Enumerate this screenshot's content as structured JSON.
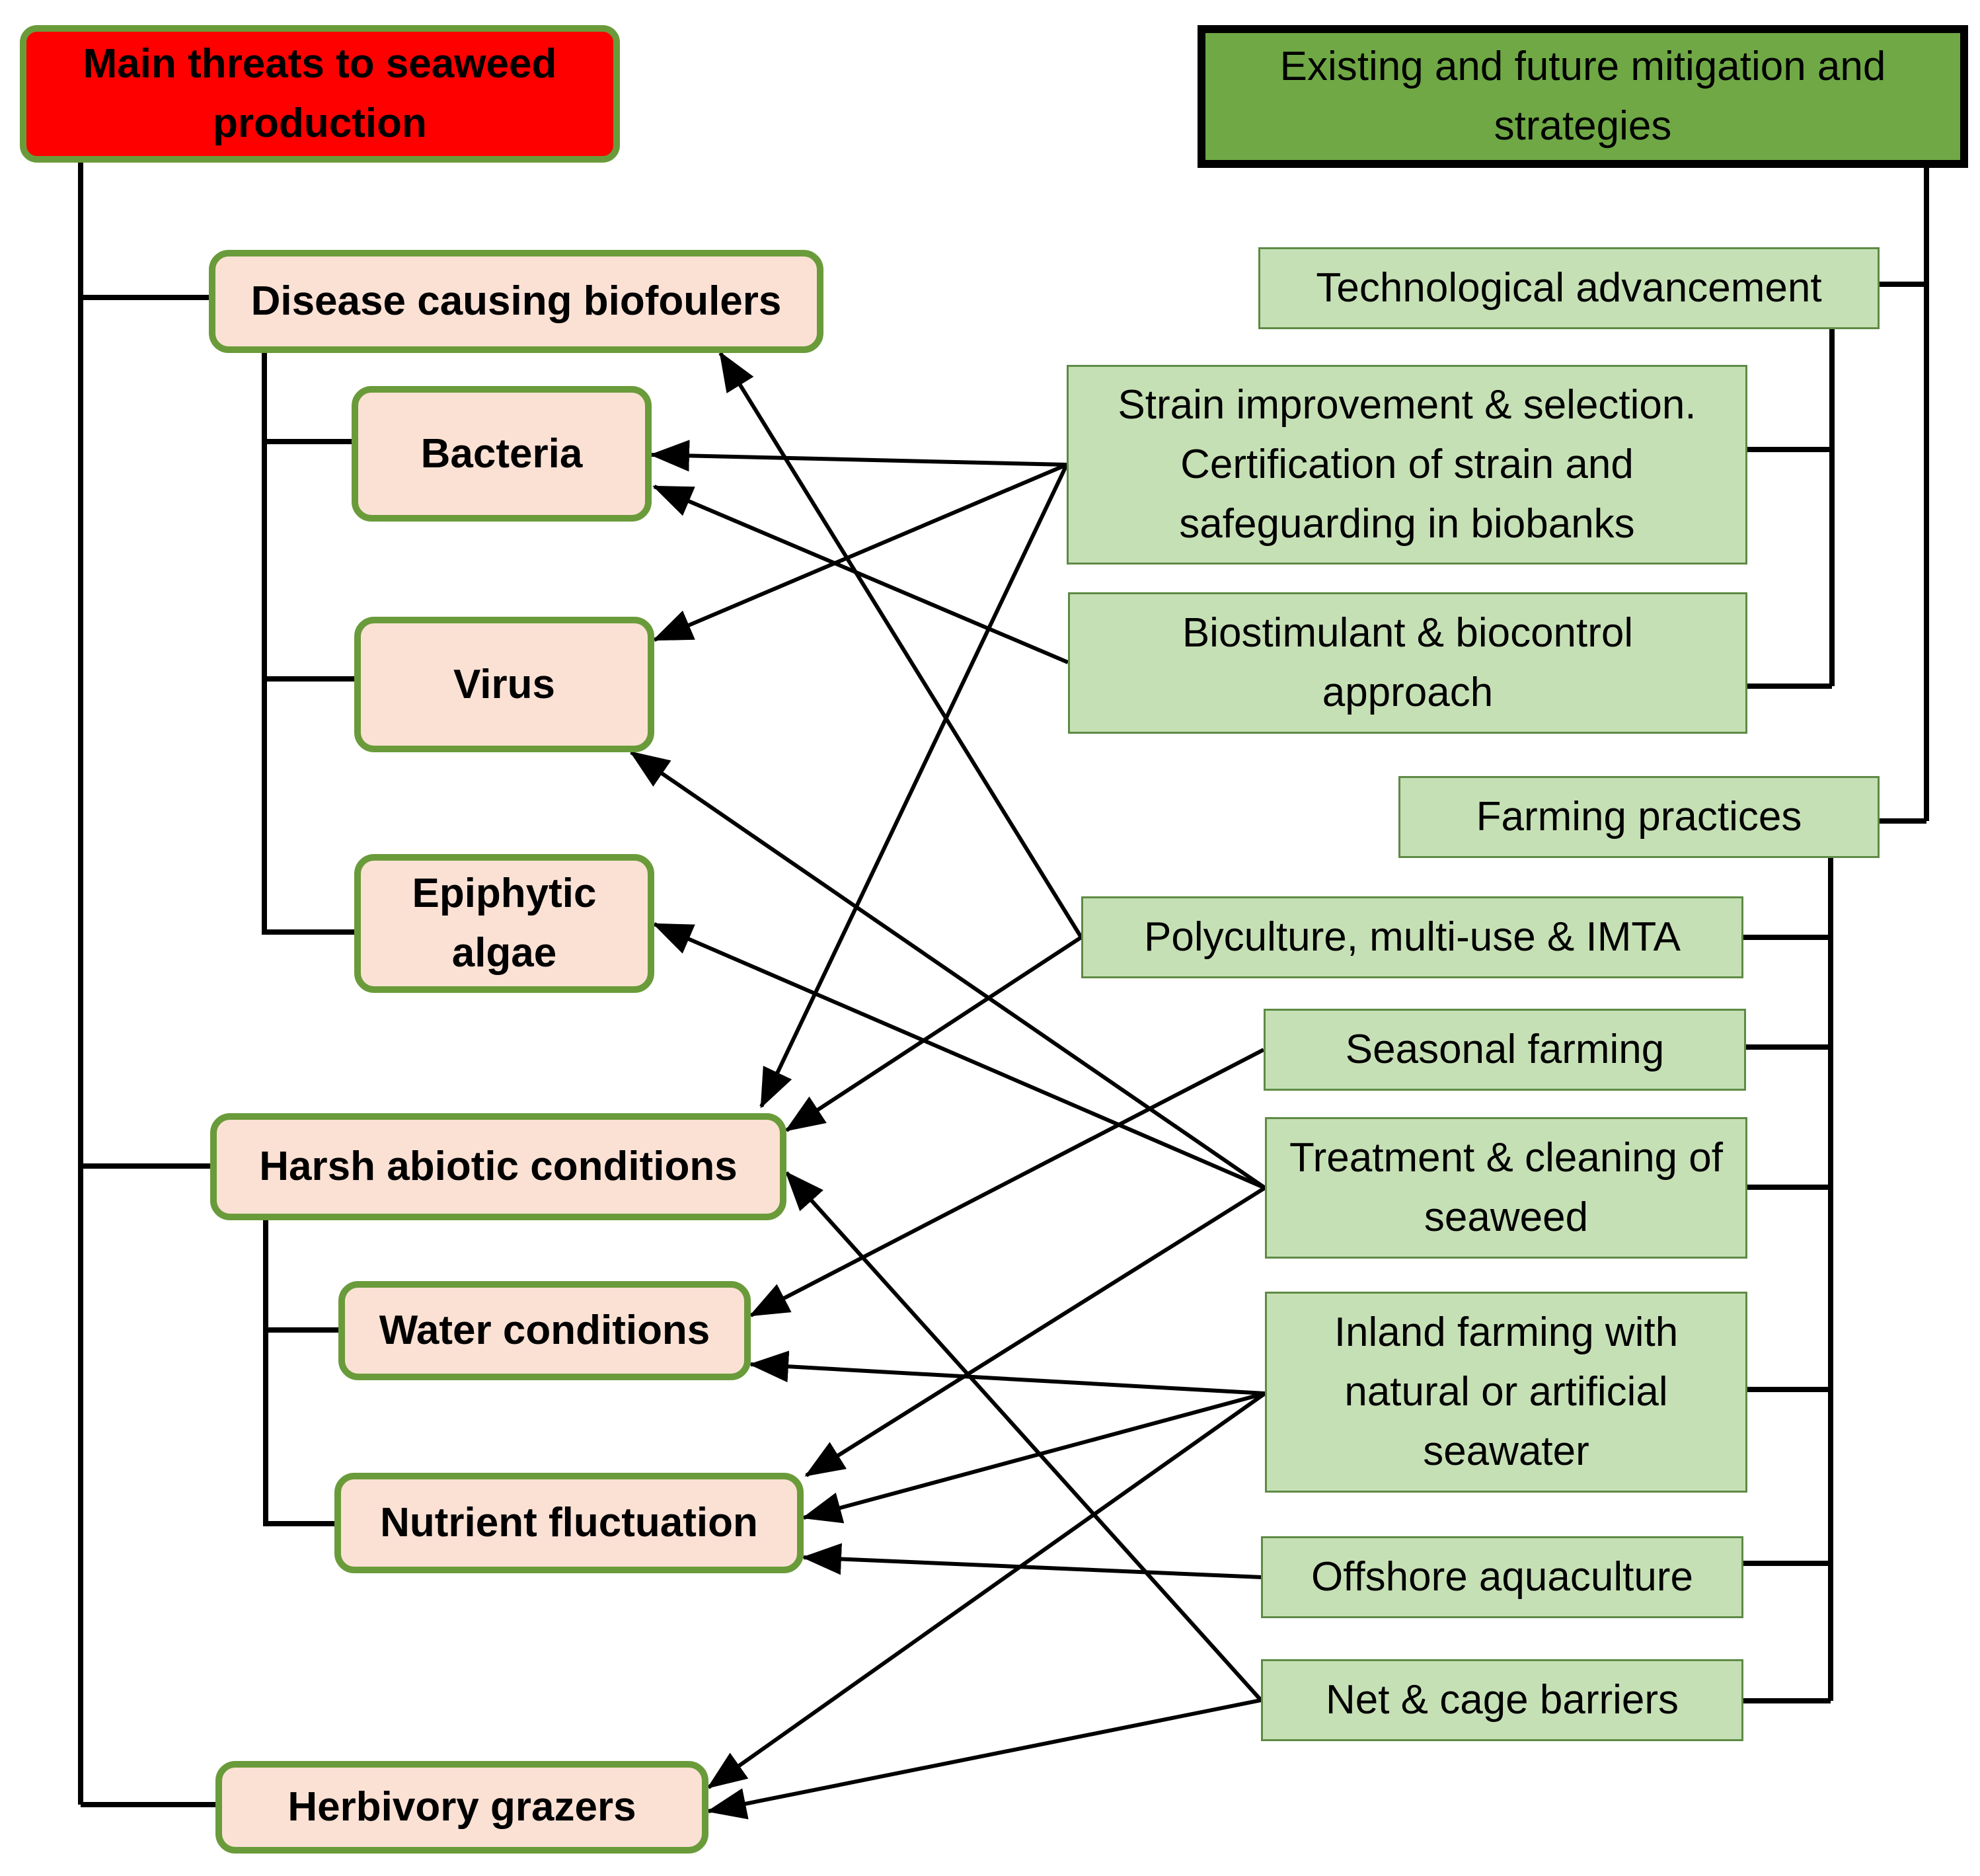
{
  "threats": {
    "title": "Main threats to seaweed production",
    "disease": "Disease causing biofoulers",
    "bacteria": "Bacteria",
    "virus": "Virus",
    "epiphytic": "Epiphytic algae",
    "harsh": "Harsh abiotic conditions",
    "water": "Water conditions",
    "nutrient": "Nutrient fluctuation",
    "herbivory": "Herbivory grazers"
  },
  "mitigation": {
    "title": "Existing and future mitigation and strategies",
    "tech": "Technological advancement",
    "strain": "Strain improvement & selection. Certification of strain and safeguarding in biobanks",
    "biostim": "Biostimulant & biocontrol approach",
    "farming": "Farming practices",
    "poly": "Polyculture, multi-use & IMTA",
    "seasonal": "Seasonal farming",
    "treatment": "Treatment  & cleaning of seaweed",
    "inland": "Inland farming with natural or artificial seawater",
    "offshore": "Offshore aquaculture",
    "net": "Net & cage barriers"
  },
  "links": [
    {
      "from": "strain",
      "to": "bacteria"
    },
    {
      "from": "strain",
      "to": "virus"
    },
    {
      "from": "strain",
      "to": "harsh"
    },
    {
      "from": "biostim",
      "to": "bacteria"
    },
    {
      "from": "poly",
      "to": "disease"
    },
    {
      "from": "poly",
      "to": "harsh"
    },
    {
      "from": "seasonal",
      "to": "water"
    },
    {
      "from": "treatment",
      "to": "virus"
    },
    {
      "from": "treatment",
      "to": "epiphytic"
    },
    {
      "from": "treatment",
      "to": "nutrient"
    },
    {
      "from": "inland",
      "to": "water"
    },
    {
      "from": "inland",
      "to": "nutrient"
    },
    {
      "from": "inland",
      "to": "herbivory"
    },
    {
      "from": "offshore",
      "to": "nutrient"
    },
    {
      "from": "net",
      "to": "harsh"
    },
    {
      "from": "net",
      "to": "herbivory"
    }
  ],
  "colors": {
    "threat_header_fill": "#ff0000",
    "mitigation_header_fill": "#6fa845",
    "threat_fill": "#fbe1d4",
    "threat_border": "#6a9b3a",
    "mitigation_fill": "#c6e0b5",
    "connector": "#000000"
  }
}
